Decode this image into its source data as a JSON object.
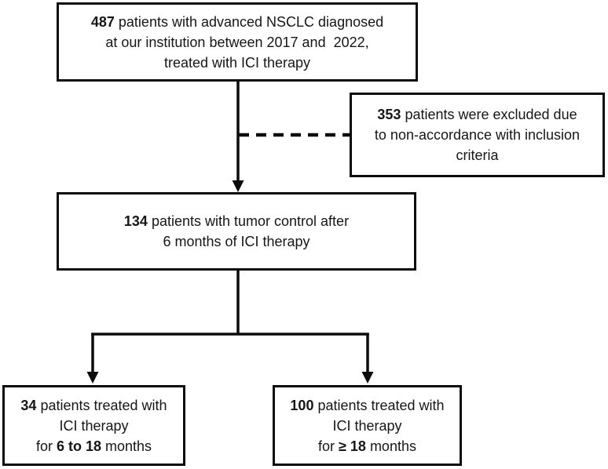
{
  "figure": {
    "type": "patient-flow-diagram",
    "background_color": "#ffffff",
    "line_color": "#0c0c0c",
    "text_color": "#161616",
    "boxes": {
      "enrolled": {
        "count": "487",
        "line1_rest": " patients with advanced NSCLC diagnosed",
        "line2": "at our institution between 2017 and  2022,",
        "line3": "treated with ICI therapy"
      },
      "excluded": {
        "count": "353",
        "line1_rest": " patients were excluded due",
        "line2": "to non-accordance with inclusion",
        "line3": "criteria"
      },
      "tumor_control": {
        "count": "134",
        "line1_rest": " patients with tumor control after",
        "line2": "6 months of ICI therapy"
      },
      "short_therapy": {
        "count": "34",
        "line1_rest": " patients treated with",
        "line2": "ICI therapy",
        "line3_pre": "for ",
        "line3_bold": "6 to 18",
        "line3_post": " months"
      },
      "long_therapy": {
        "count": "100",
        "line1_rest": " patients treated with",
        "line2": "ICI therapy",
        "line3_pre": "for ",
        "line3_bold": "≥ 18",
        "line3_post": " months"
      }
    }
  }
}
